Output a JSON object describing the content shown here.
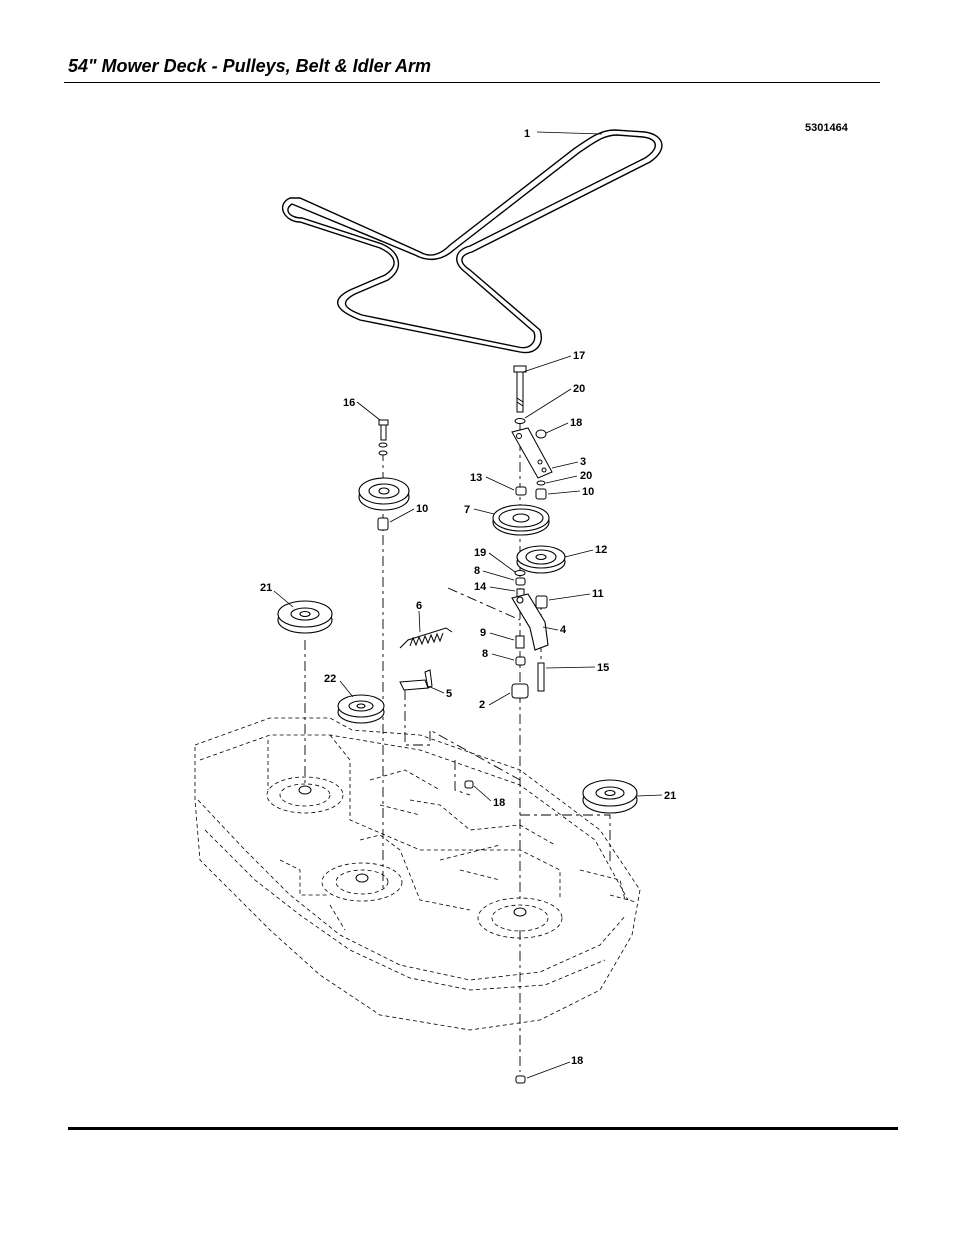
{
  "page": {
    "title": "54\" Mower Deck - Pulleys, Belt & Idler Arm",
    "drawing_id": "5301464"
  },
  "callouts": [
    "1",
    "17",
    "20",
    "16",
    "18",
    "3",
    "20",
    "13",
    "10",
    "7",
    "10",
    "19",
    "12",
    "8",
    "14",
    "11",
    "6",
    "21",
    "9",
    "4",
    "8",
    "15",
    "22",
    "5",
    "2",
    "18",
    "21",
    "18"
  ]
}
